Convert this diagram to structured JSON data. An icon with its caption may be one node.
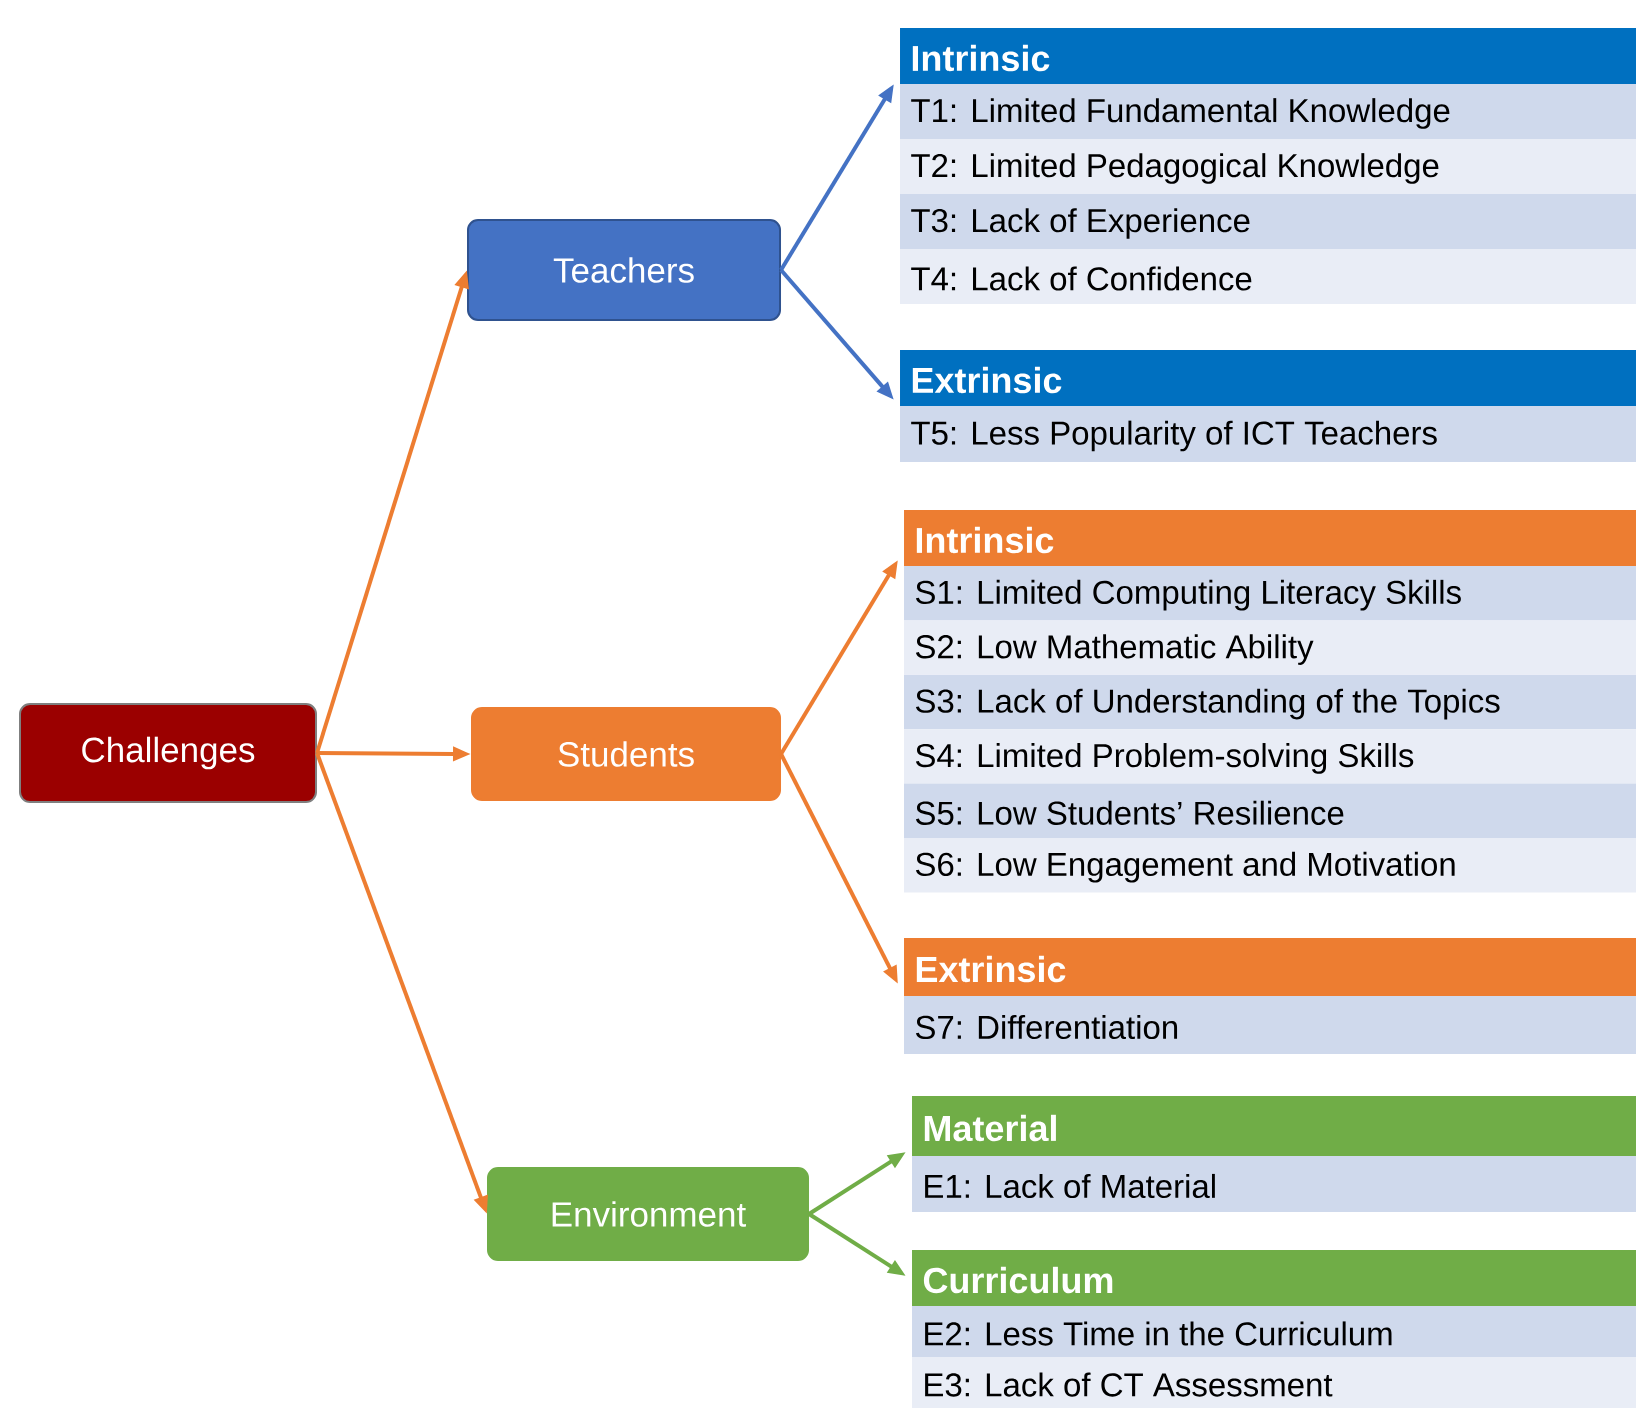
{
  "diagram": {
    "nodes": [
      {
        "text": [
          "Challenges"
        ]
      },
      {
        "text": [
          "Teachers"
        ]
      },
      {
        "text": [
          "Students"
        ]
      },
      {
        "text": [
          "Environment"
        ]
      },
      {
        "text": [
          "Intrinsic",
          "T1: Limited Fundamental Knowledge",
          "T2: Limited Pedagogical Knowledge",
          "T3: Lack of Experience",
          "T4: Lack of Confidence"
        ]
      },
      {
        "text": [
          "Extrinsic",
          "T5: Less Popularity of ICT Teachers"
        ]
      },
      {
        "text": [
          "Intrinsic",
          "S1: Limited Computing Literacy Skills",
          "S2: Low Mathematic Ability",
          "S3: Lack of Understanding of the Topics",
          "S4: Limited Problem-solving Skills",
          "S5: Low Students’ Resilience",
          "S6: Low Engagement and Motivation"
        ]
      },
      {
        "text": [
          "Extrinsic",
          "S7: Differentiation"
        ]
      },
      {
        "text": [
          "Material",
          "E1: Lack of Material"
        ]
      },
      {
        "text": [
          "Curriculum",
          "E2: Less Time in the Curriculum",
          "E3: Lack of CT Assessment"
        ]
      }
    ],
    "edges": [
      {
        "from": 0,
        "to": 1,
        "arrow": "to",
        "color": "#ed7d31"
      },
      {
        "from": 0,
        "to": 2,
        "arrow": "to",
        "color": "#ed7d31"
      },
      {
        "from": 0,
        "to": 3,
        "arrow": "to",
        "color": "#ed7d31"
      },
      {
        "from": 1,
        "to": 4,
        "arrow": "to",
        "color": "#4472c4"
      },
      {
        "from": 1,
        "to": 5,
        "arrow": "to",
        "color": "#4472c4"
      },
      {
        "from": 2,
        "to": 6,
        "arrow": "to",
        "color": "#ed7d31"
      },
      {
        "from": 2,
        "to": 7,
        "arrow": "to",
        "color": "#ed7d31"
      },
      {
        "from": 3,
        "to": 8,
        "arrow": "to",
        "color": "#70ad47"
      },
      {
        "from": 3,
        "to": 9,
        "arrow": "to",
        "color": "#70ad47"
      }
    ]
  }
}
